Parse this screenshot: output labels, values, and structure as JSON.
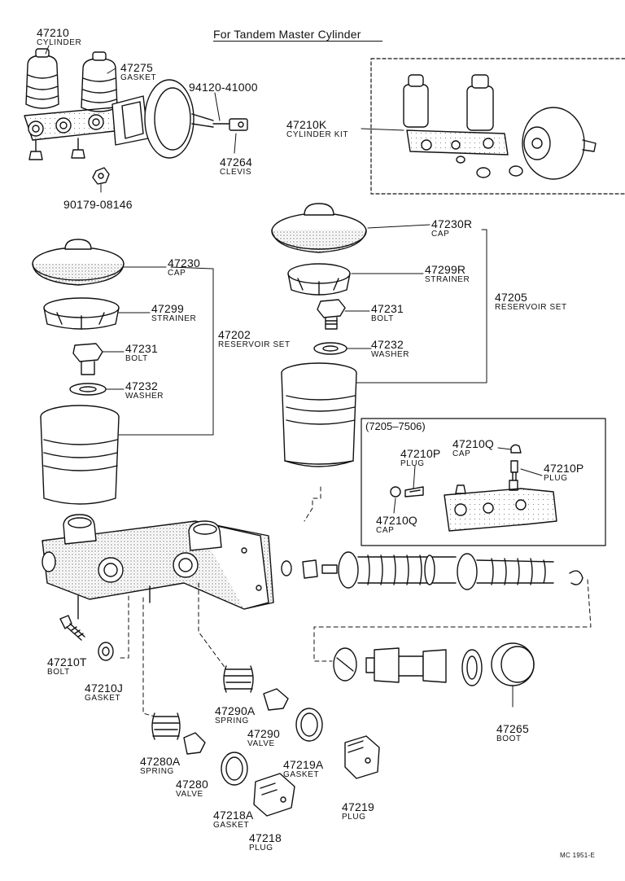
{
  "title": "For Tandem Master Cylinder",
  "footer_code": "MC 1951-E",
  "date_range": "(7205–7506)",
  "parts": {
    "p47210": {
      "number": "47210",
      "name": "CYLINDER"
    },
    "p47275": {
      "number": "47275",
      "name": "GASKET"
    },
    "p94120": {
      "number": "94120-41000",
      "name": ""
    },
    "p47264": {
      "number": "47264",
      "name": "CLEVIS"
    },
    "p90179": {
      "number": "90179-08146",
      "name": ""
    },
    "p47210K": {
      "number": "47210K",
      "name": "CYLINDER KIT"
    },
    "p47230R": {
      "number": "47230R",
      "name": "CAP"
    },
    "p47299R": {
      "number": "47299R",
      "name": "STRAINER"
    },
    "p47205": {
      "number": "47205",
      "name": "RESERVOIR SET"
    },
    "p47231b": {
      "number": "47231",
      "name": "BOLT"
    },
    "p47232b": {
      "number": "47232",
      "name": "WASHER"
    },
    "p47230": {
      "number": "47230",
      "name": "CAP"
    },
    "p47299": {
      "number": "47299",
      "name": "STRAINER"
    },
    "p47202": {
      "number": "47202",
      "name": "RESERVOIR SET"
    },
    "p47231a": {
      "number": "47231",
      "name": "BOLT"
    },
    "p47232a": {
      "number": "47232",
      "name": "WASHER"
    },
    "p47210Qa": {
      "number": "47210Q",
      "name": "CAP"
    },
    "p47210Pa": {
      "number": "47210P",
      "name": "PLUG"
    },
    "p47210Pb": {
      "number": "47210P",
      "name": "PLUG"
    },
    "p47210Qb": {
      "number": "47210Q",
      "name": "CAP"
    },
    "p47210T": {
      "number": "47210T",
      "name": "BOLT"
    },
    "p47210J": {
      "number": "47210J",
      "name": "GASKET"
    },
    "p47290A": {
      "number": "47290A",
      "name": "SPRING"
    },
    "p47290": {
      "number": "47290",
      "name": "VALVE"
    },
    "p47265": {
      "number": "47265",
      "name": "BOOT"
    },
    "p47280A": {
      "number": "47280A",
      "name": "SPRING"
    },
    "p47219A": {
      "number": "47219A",
      "name": "GASKET"
    },
    "p47280": {
      "number": "47280",
      "name": "VALVE"
    },
    "p47218A": {
      "number": "47218A",
      "name": "GASKET"
    },
    "p47219": {
      "number": "47219",
      "name": "PLUG"
    },
    "p47218": {
      "number": "47218",
      "name": "PLUG"
    }
  }
}
